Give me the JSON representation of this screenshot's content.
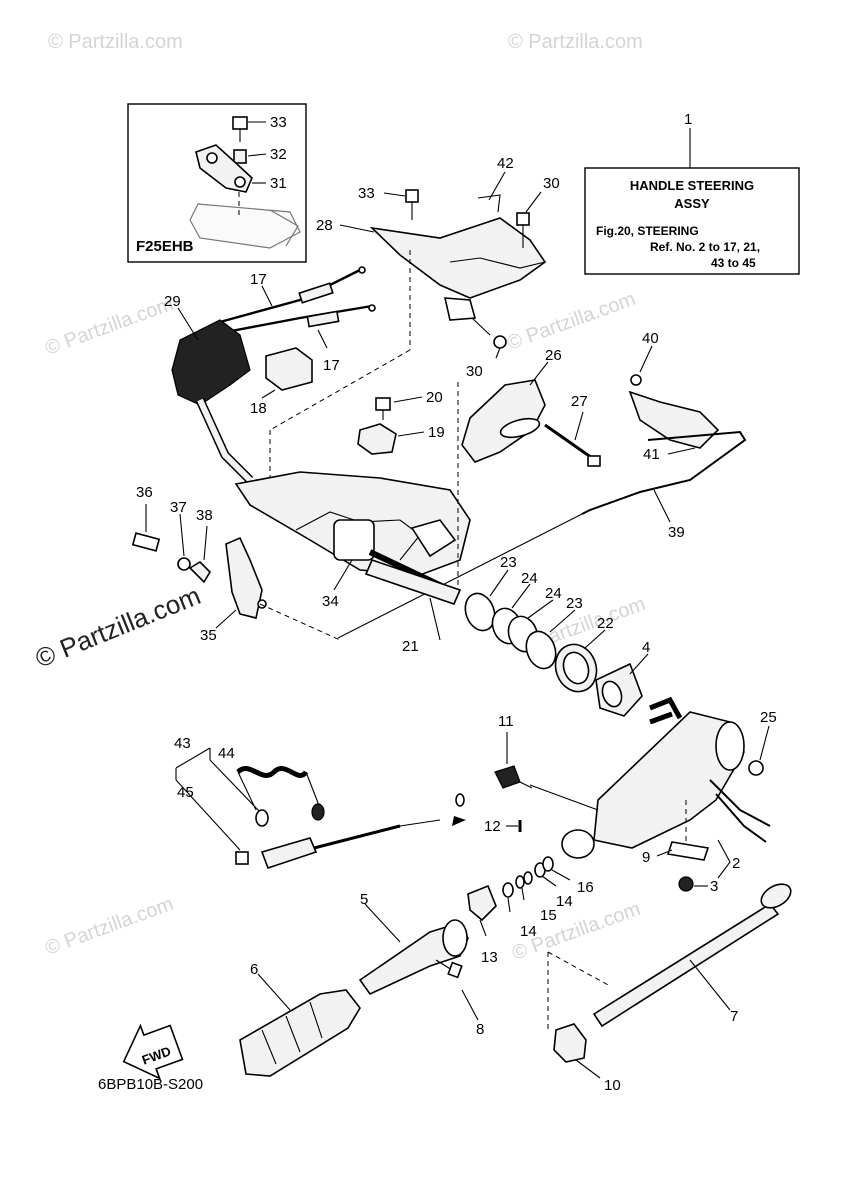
{
  "watermark": {
    "text": "© Partzilla.com",
    "large_text": "© Partzilla.com"
  },
  "inset": {
    "model_label": "F25EHB",
    "callouts": [
      "33",
      "32",
      "31"
    ]
  },
  "info_box": {
    "ref_number": "1",
    "title_line1": "HANDLE STEERING",
    "title_line2": "ASSY",
    "fig_line": "Fig.20, STEERING",
    "ref_line1": "Ref. No. 2 to 17, 21,",
    "ref_line2": "43 to 45"
  },
  "callouts": {
    "c2": "2",
    "c3": "3",
    "c4": "4",
    "c5": "5",
    "c6": "6",
    "c7": "7",
    "c8": "8",
    "c9": "9",
    "c10": "10",
    "c11": "11",
    "c12": "12",
    "c13": "13",
    "c14a": "14",
    "c14b": "14",
    "c15": "15",
    "c16": "16",
    "c17a": "17",
    "c17b": "17",
    "c18": "18",
    "c19": "19",
    "c20": "20",
    "c21": "21",
    "c22": "22",
    "c23a": "23",
    "c23b": "23",
    "c24a": "24",
    "c24b": "24",
    "c25": "25",
    "c26": "26",
    "c27": "27",
    "c28": "28",
    "c29": "29",
    "c30a": "30",
    "c30b": "30",
    "c33": "33",
    "c34": "34",
    "c35": "35",
    "c36": "36",
    "c37": "37",
    "c38": "38",
    "c39": "39",
    "c40": "40",
    "c41": "41",
    "c42": "42",
    "c43": "43",
    "c44": "44",
    "c45": "45"
  },
  "fwd_label": "FWD",
  "diagram_code": "6BPB10B-S200"
}
